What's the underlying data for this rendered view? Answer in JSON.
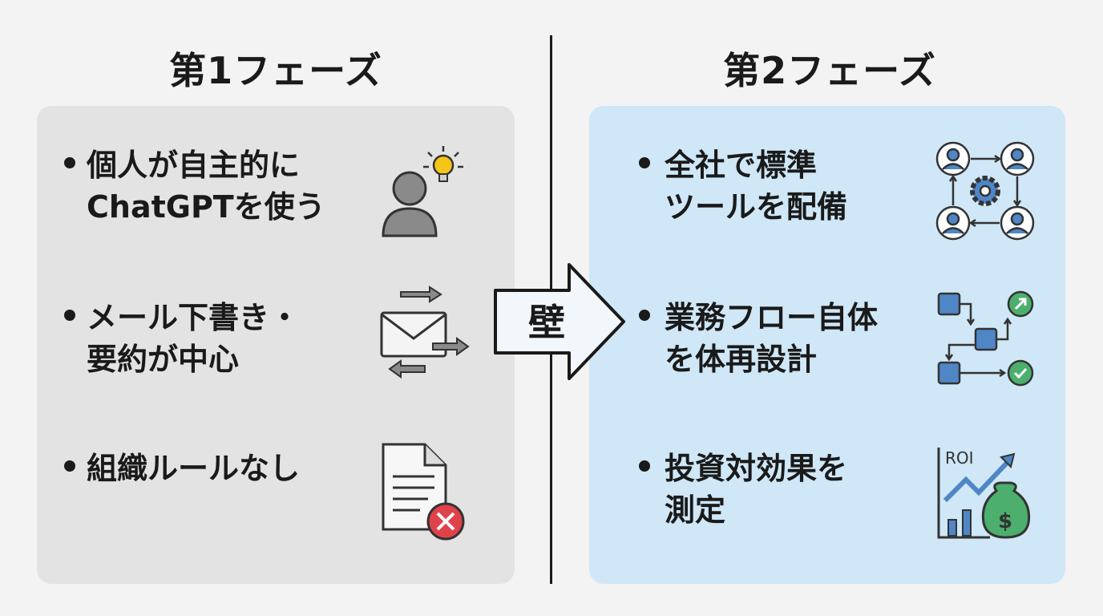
{
  "phase1": {
    "title": "第1フェーズ",
    "items": [
      {
        "lines": [
          "個人が自主的に",
          "ChatGPTを使う"
        ],
        "icon": "person-lightbulb-icon"
      },
      {
        "lines": [
          "メール下書き・",
          "要約が中心"
        ],
        "icon": "email-arrows-icon"
      },
      {
        "lines": [
          "組織ルールなし"
        ],
        "icon": "document-x-icon"
      }
    ]
  },
  "phase2": {
    "title": "第2フェーズ",
    "items": [
      {
        "lines": [
          "全社で標準",
          "ツールを配備"
        ],
        "icon": "team-gear-icon"
      },
      {
        "lines": [
          "業務フロー自体",
          "を体再設計"
        ],
        "icon": "workflow-icon"
      },
      {
        "lines": [
          "投資対効果を",
          "測定"
        ],
        "icon": "roi-chart-icon",
        "icon_text": "ROI"
      }
    ]
  },
  "transition": {
    "label": "壁"
  },
  "colors": {
    "left_panel": "#e3e3e3",
    "right_panel": "#cfe7f7",
    "icon_blue": "#4f86c6",
    "icon_green": "#4caf6e",
    "icon_red": "#e0424a",
    "bulb_yellow": "#f5c518"
  }
}
